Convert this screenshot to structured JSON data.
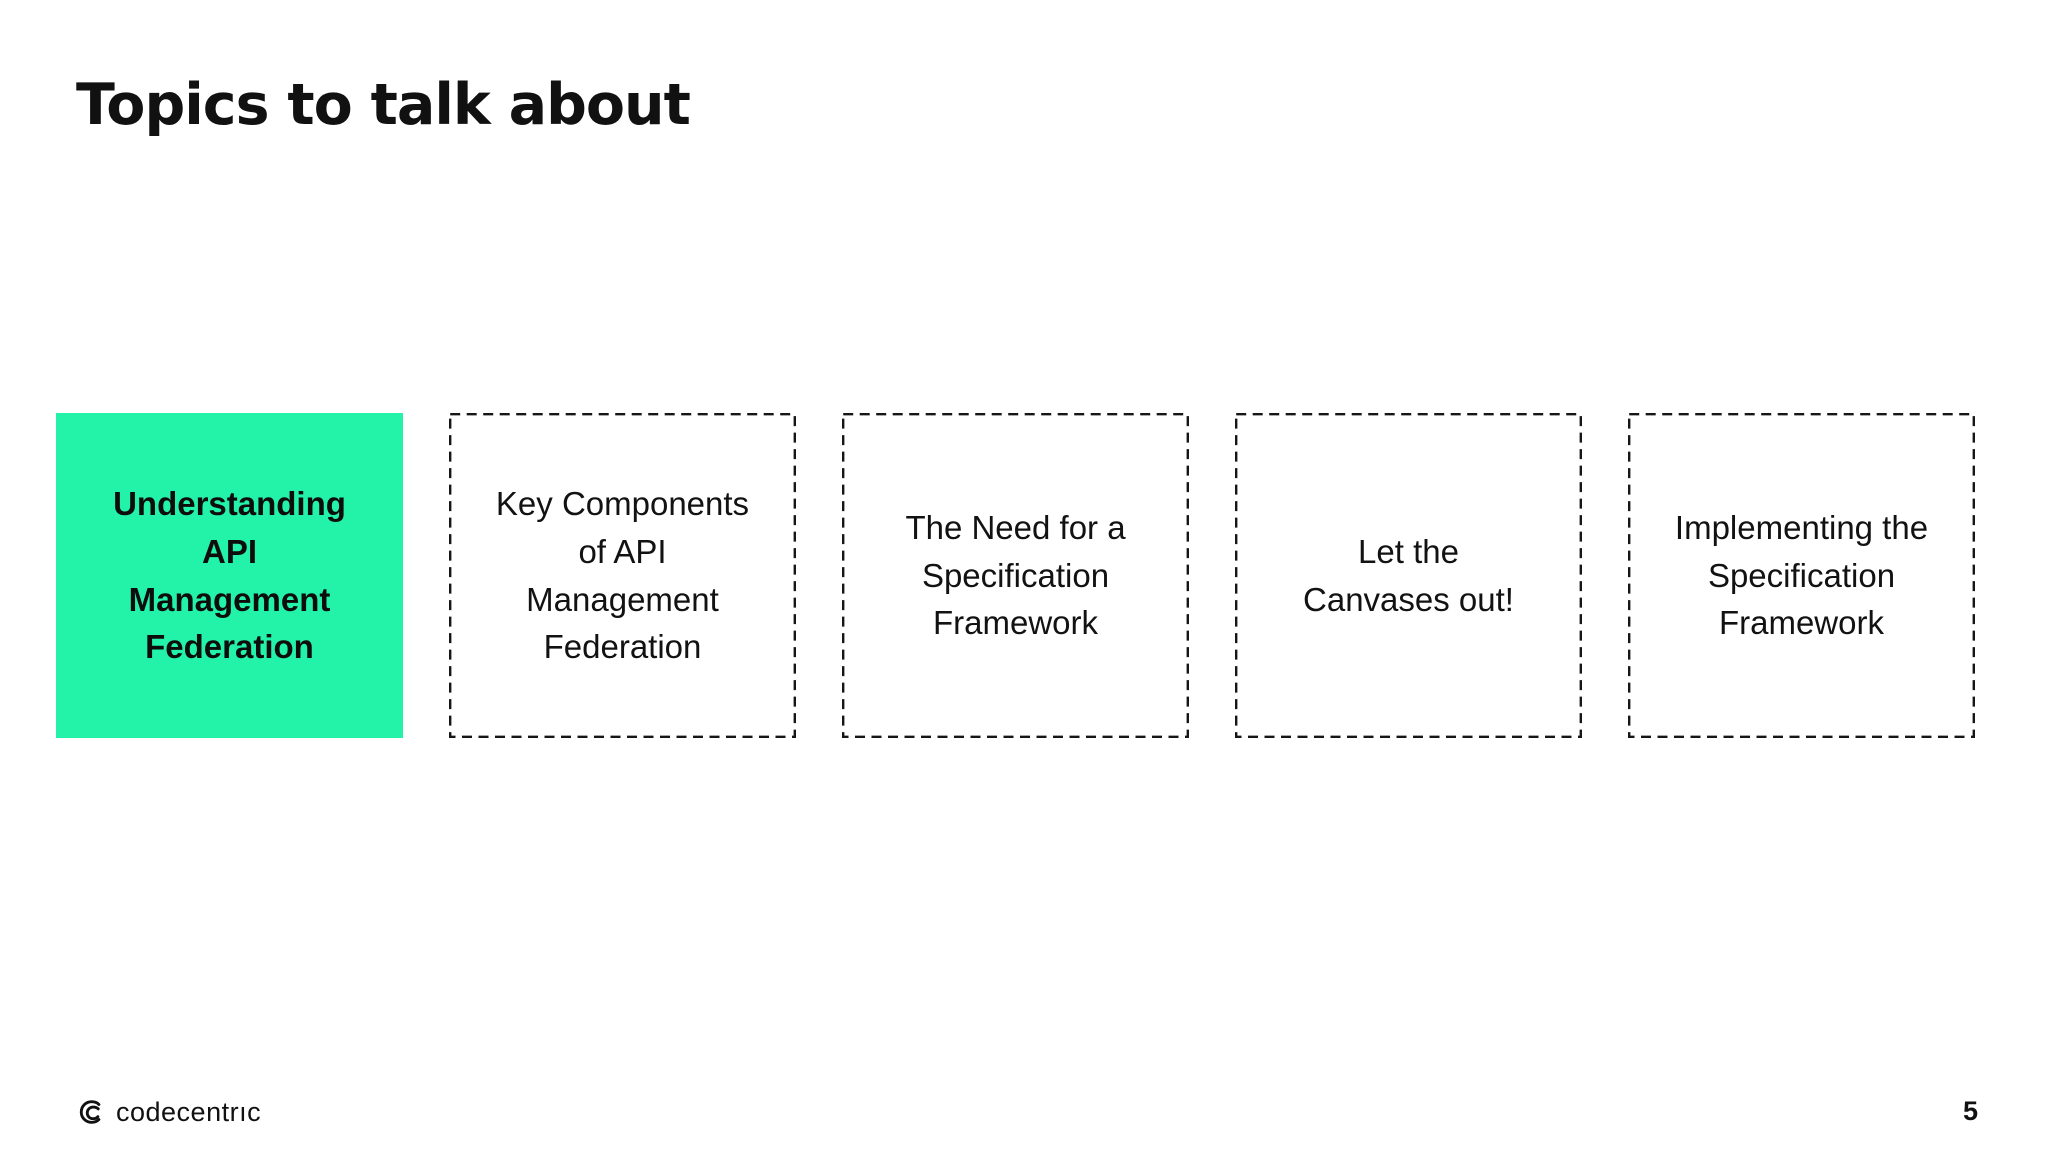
{
  "slide": {
    "title": "Topics to talk about",
    "page_number": "5"
  },
  "footer": {
    "logo_text": "codecentrıc"
  },
  "topics": [
    {
      "label": "Understanding\nAPI\nManagement\nFederation",
      "active": true
    },
    {
      "label": "Key Components\nof API\nManagement\nFederation",
      "active": false
    },
    {
      "label": "The Need for a\nSpecification\nFramework",
      "active": false
    },
    {
      "label": "Let the\nCanvases out!",
      "active": false
    },
    {
      "label": "Implementing the\nSpecification\nFramework",
      "active": false
    }
  ],
  "colors": {
    "accent_green": "#23F2A9",
    "border_dash": "#161616",
    "text": "#121212"
  }
}
